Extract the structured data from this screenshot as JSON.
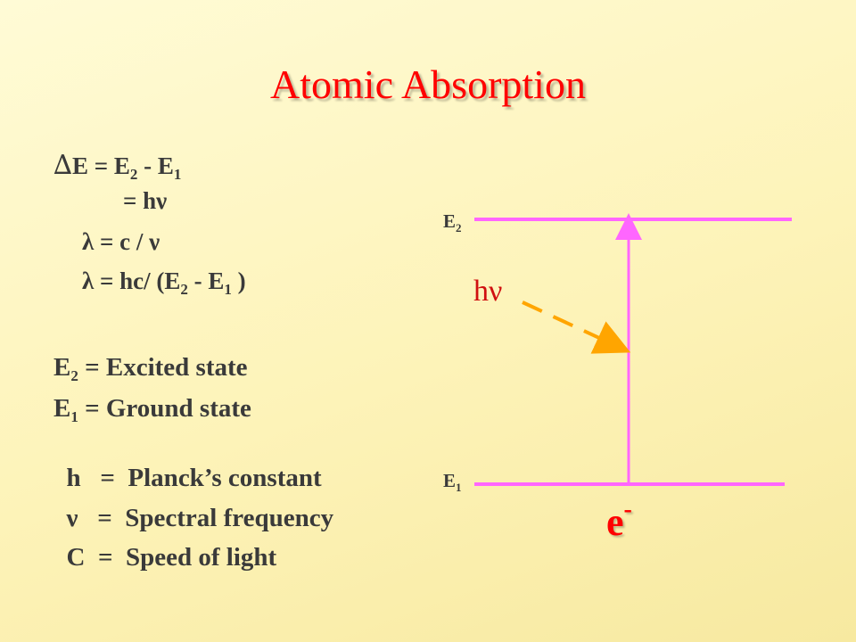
{
  "title": "Atomic Absorption",
  "equations": {
    "delta_symbol": "∆",
    "line1_lhs": "E  = E",
    "line1_sub1": "2",
    "line1_mid": " - E",
    "line1_sub2": "1",
    "line2": "= hν",
    "line3_lambda": "λ",
    "line3_rest": " = c / ν",
    "line4_lambda": "λ",
    "line4_rest_a": " = hc/ (E",
    "line4_sub1": "2",
    "line4_rest_b": " - E",
    "line4_sub2": "1",
    "line4_rest_c": " )"
  },
  "definitions": [
    {
      "symbol": "E",
      "sub": "2",
      "text": " =  Excited state"
    },
    {
      "symbol": "E",
      "sub": "1",
      "text": " =  Ground state"
    },
    {
      "symbol": "h",
      "sub": "",
      "text": "   =  Planck’s constant"
    },
    {
      "symbol": "ν",
      "sub": "",
      "text": "   =  Spectral frequency"
    },
    {
      "symbol": "C",
      "sub": "",
      "text": "  =  Speed of light"
    }
  ],
  "diagram": {
    "upper_level_label": "E",
    "upper_level_sub": "2",
    "lower_level_label": "E",
    "lower_level_sub": "1",
    "photon_label": "hν",
    "electron_label": "e",
    "electron_sup": "-",
    "level_color": "#ff66ff",
    "photon_color": "#ffa500"
  }
}
